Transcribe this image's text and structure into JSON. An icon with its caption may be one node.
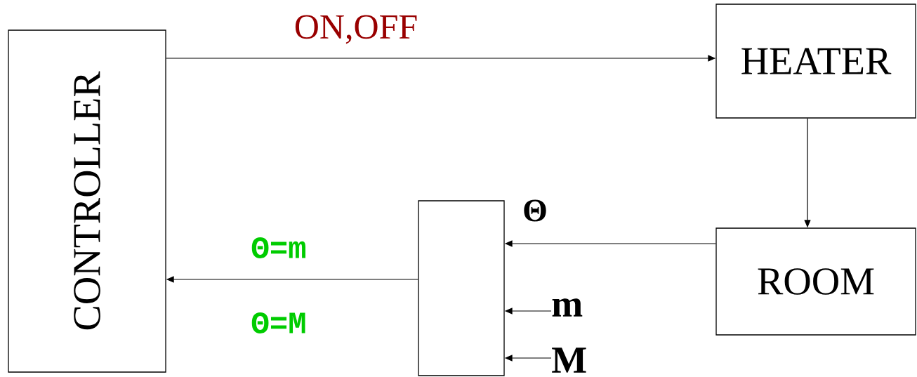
{
  "diagram": {
    "nodes": [
      {
        "text": [
          "CONTROLLER"
        ]
      },
      {
        "text": [
          "HEATER"
        ]
      },
      {
        "text": [
          "ROOM"
        ]
      },
      {
        "text": [],
        "shape": "box"
      },
      {
        "text": [
          "m"
        ]
      },
      {
        "text": [
          "M"
        ]
      }
    ],
    "edges": [
      {
        "from": 0,
        "to": 1,
        "arrow": "to",
        "label": "ON,OFF"
      },
      {
        "from": 1,
        "to": 2,
        "arrow": "to"
      },
      {
        "from": 2,
        "to": 3,
        "arrow": "to",
        "label": "Θ"
      },
      {
        "from": 4,
        "to": 3,
        "arrow": "to"
      },
      {
        "from": 5,
        "to": 3,
        "arrow": "to"
      },
      {
        "from": 3,
        "to": 0,
        "arrow": "to",
        "label": "Θ=m"
      }
    ],
    "labels": [
      "Θ=M"
    ]
  }
}
